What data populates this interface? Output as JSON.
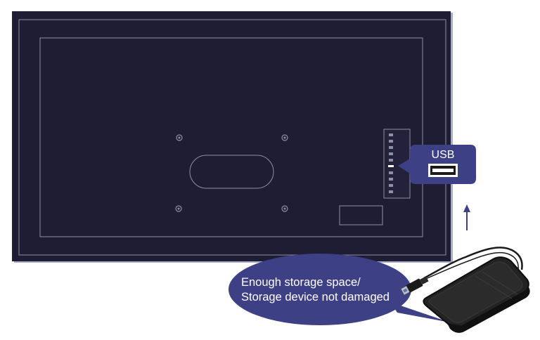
{
  "diagram": {
    "colors": {
      "tv_back": "#1e1d33",
      "tv_edge": "#a7adc9",
      "outline": "#8e8ea6",
      "callout": "#3e4085",
      "port_panel": "#2a2a40",
      "arrow": "#3e4085",
      "drive_body": "#232323",
      "drive_outline": "#111111",
      "cable": "#1a1a1a"
    },
    "usb_callout": {
      "label": "USB",
      "icon": "usb-port-icon"
    },
    "storage_bubble": {
      "line1": "Enough storage space/",
      "line2": "Storage device not damaged"
    },
    "arrow_icon": "up-arrow-icon",
    "drive_icon": "external-hard-drive-icon"
  }
}
